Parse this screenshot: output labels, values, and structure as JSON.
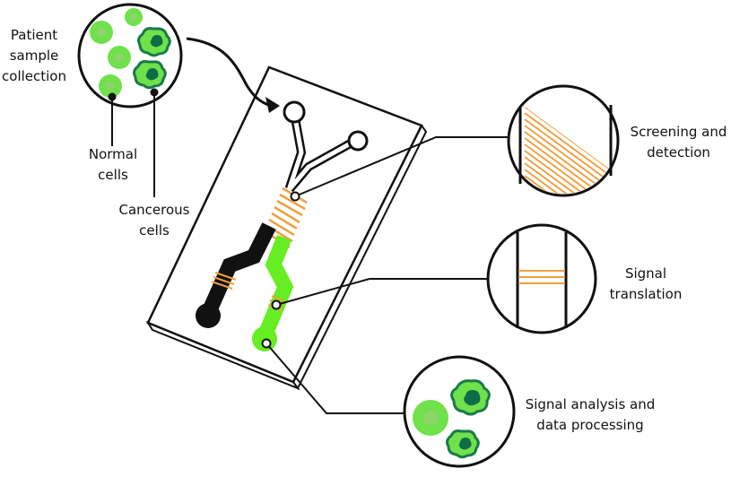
{
  "labels": {
    "patient_sample": [
      "Patient",
      "sample",
      "collection"
    ],
    "normal_cells": [
      "Normal",
      "cells"
    ],
    "cancerous_cells": [
      "Cancerous",
      "cells"
    ],
    "screening": [
      "Screening and",
      "detection"
    ],
    "signal_translation": [
      "Signal",
      "translation"
    ],
    "signal_analysis": [
      "Signal analysis and",
      "data processing"
    ]
  },
  "colors": {
    "normal_cell": "#6fe14a",
    "normal_cell_core": "#8fd36b",
    "cancer_cell_fill": "#6fe14a",
    "cancer_cell_outline": "#1a7a4a",
    "cancer_cell_nucleus": "#0f6b48",
    "channel_black": "#111111",
    "channel_green": "#66ee22",
    "channel_orange": "#f0a040",
    "outline": "#111111"
  }
}
